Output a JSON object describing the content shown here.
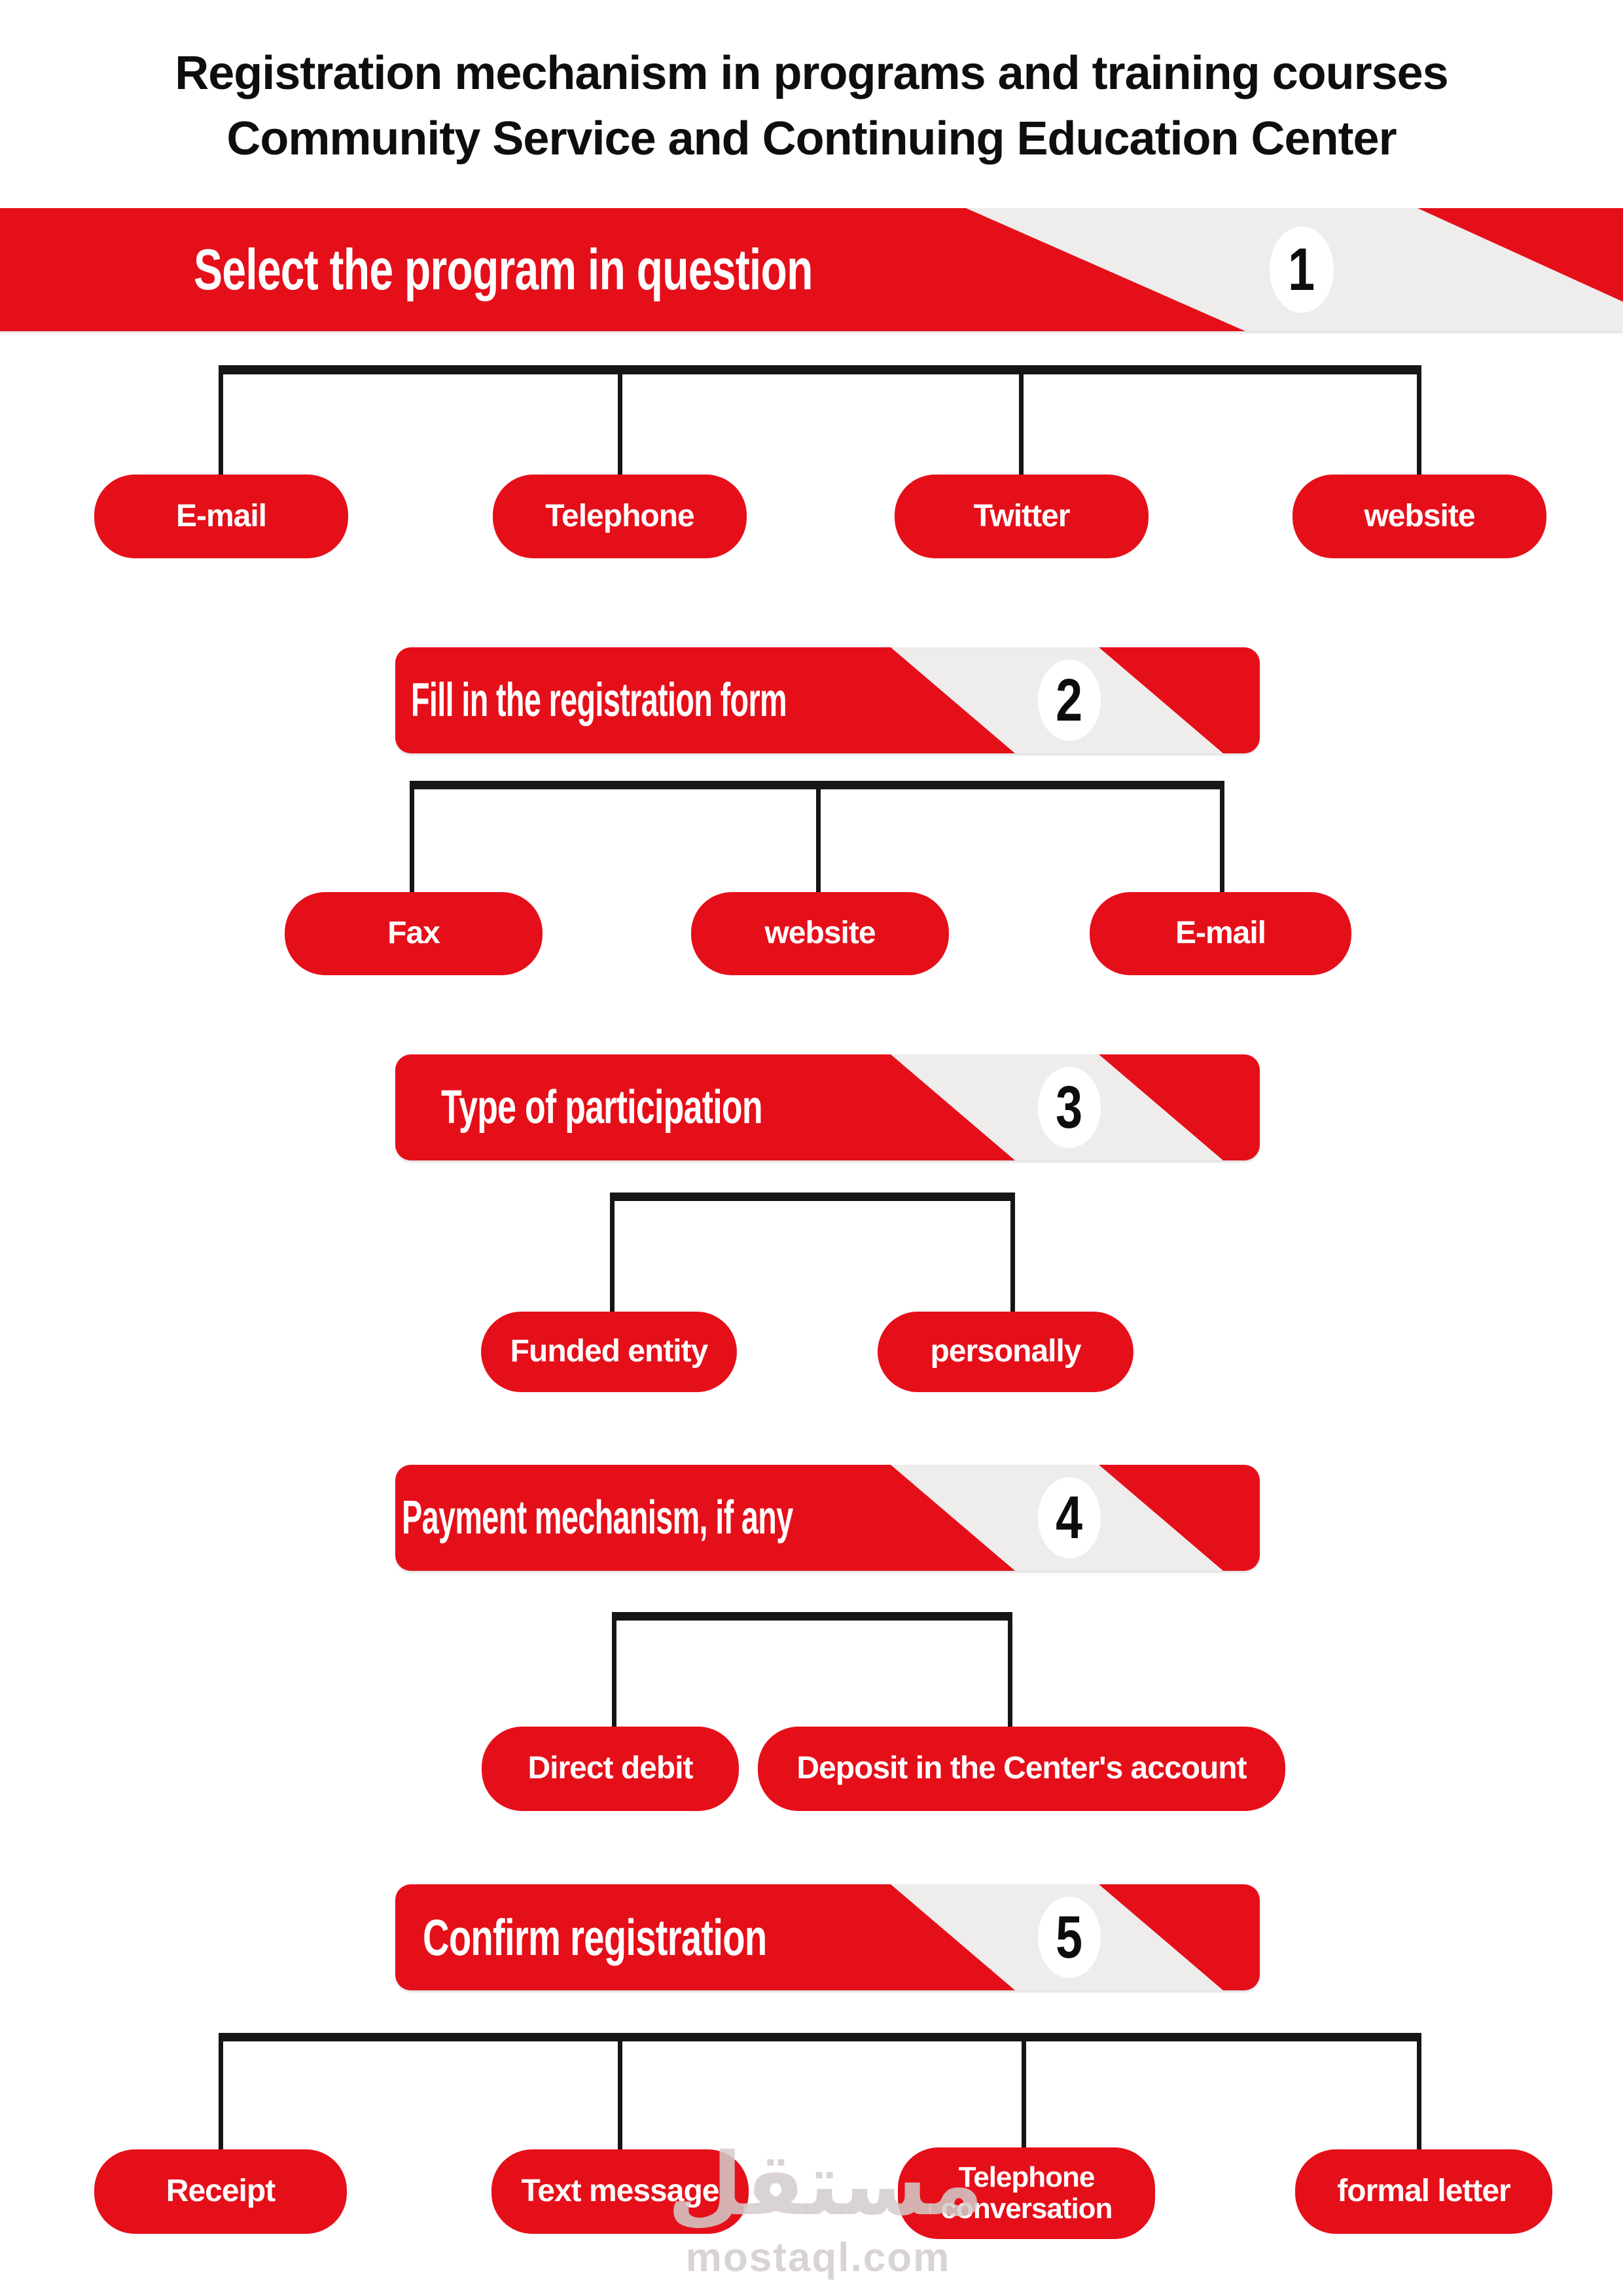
{
  "title": {
    "line1": "Registration mechanism in programs and training courses",
    "line2": "Community Service and Continuing Education Center"
  },
  "colors": {
    "red": "#e50f1a",
    "band_gray": "#efedec",
    "line_black": "#161616",
    "text_black": "#0e0e0e",
    "watermark_gray": "#d2cdcb"
  },
  "steps": [
    {
      "number": "1",
      "title": "Select the program in question",
      "children": [
        {
          "label": "E-mail"
        },
        {
          "label": "Telephone"
        },
        {
          "label": "Twitter"
        },
        {
          "label": "website"
        }
      ]
    },
    {
      "number": "2",
      "title": "Fill in the registration form",
      "children": [
        {
          "label": "Fax"
        },
        {
          "label": "website"
        },
        {
          "label": "E-mail"
        }
      ]
    },
    {
      "number": "3",
      "title": "Type of participation",
      "children": [
        {
          "label": "Funded entity"
        },
        {
          "label": "personally"
        }
      ]
    },
    {
      "number": "4",
      "title": "Payment mechanism, if any",
      "children": [
        {
          "label": "Direct debit"
        },
        {
          "label": "Deposit in the Center's account"
        }
      ]
    },
    {
      "number": "5",
      "title": "Confirm registration",
      "children": [
        {
          "label": "Receipt"
        },
        {
          "label": "Text message"
        },
        {
          "label": "Telephone conversation"
        },
        {
          "label": "formal letter"
        }
      ]
    }
  ],
  "watermark": {
    "logo": "مستقل",
    "site": "mostaql.com"
  }
}
